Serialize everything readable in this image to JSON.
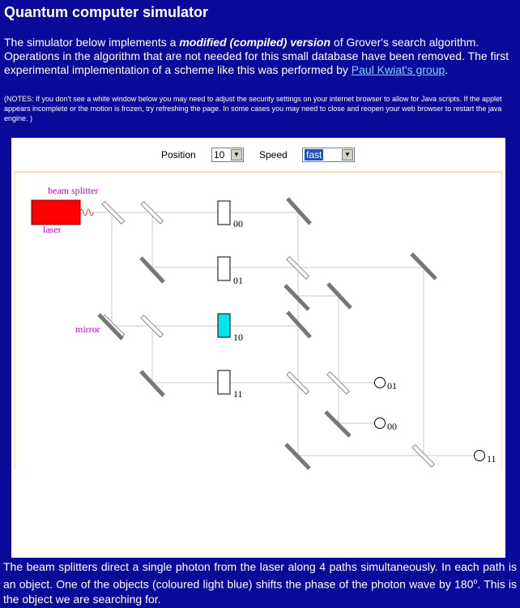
{
  "title": "Quantum computer simulator",
  "intro": {
    "text_1": "The simulator below implements a ",
    "emphasis": "modified (compiled) version",
    "text_2": " of Grover's search algorithm. Operations in the algorithm that are not needed for this small database have been removed. The first experimental implementation of a scheme like this was performed by ",
    "link": "Paul Kwiat's group",
    "text_3": "."
  },
  "notes": "(NOTES: If you don't see a white window below you may need to adjust the security settings on your internet browser to allow for Java scripts. If the applet appears incomplete or the motion is frozen, try refreshing the page. In some cases you may need to close and reopen your web browser to restart the java engine. )",
  "controls": {
    "position_label": "Position",
    "position_value": "10",
    "speed_label": "Speed",
    "speed_value": "fast"
  },
  "diagram": {
    "beam_splitter_label": "beam splitter",
    "laser_label": "laser",
    "mirror_label": "mirror",
    "object_00": "00",
    "object_01": "01",
    "object_10": "10",
    "object_11": "11",
    "detector_01": "01",
    "detector_00": "00",
    "detector_11": "11",
    "colors": {
      "laser": "#ff0000",
      "highlight_object": "#00e5ee",
      "label": "#cc00cc",
      "mirror": "#777777",
      "border": "#e8c060"
    }
  },
  "caption": {
    "text_1": "The beam splitters direct a single photon from the laser along 4 paths simultaneously.  In each path is an object.  One of the objects (coloured light blue) shifts the phase of the photon wave by 180",
    "sup": "o",
    "text_2": ".   This is the object we are searching for."
  }
}
